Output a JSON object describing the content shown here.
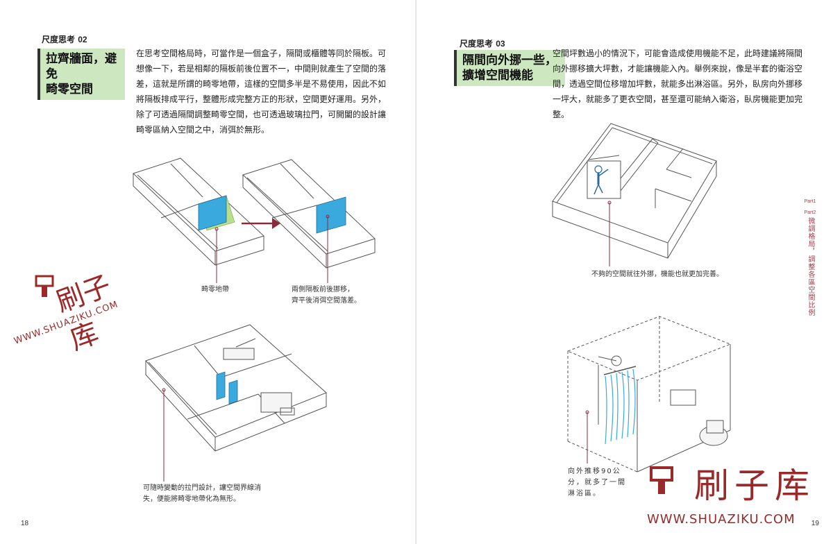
{
  "left": {
    "section_label": "尺度思考",
    "section_num": "02",
    "headline_line1": "拉齊牆面，避免",
    "headline_line2": "畸零空間",
    "body_lines": [
      "在思考空間格局時，可當作是一個盒子，隔間或櫃體等同於隔板。可",
      "想像一下，若是相鄰的隔板前後位置不一，中間則就產生了空間的落",
      "差，這就是所謂的畸零地帶，這樣的空間多半是不易使用，因此不如",
      "將隔板排成平行，整體形成完整方正的形狀，空間更好運用。另外，",
      "除了可透過隔間調整畸零空間，也可透過玻璃拉門，可開闔的設計讓",
      "畸零區納入空間之中，消弭於無形。"
    ],
    "caption1": "畸零地帶",
    "caption2_line1": "兩側隔板前後挪移，",
    "caption2_line2": "齊平後消弭空間落差。",
    "caption3_line1": "可隨時變動的拉門設計，讓空間界線消",
    "caption3_line2": "失，便能將畸零地帶化為無形。",
    "page_number": "18"
  },
  "right": {
    "section_label": "尺度思考",
    "section_num": "03",
    "headline_line1": "隔間向外挪一些，",
    "headline_line2": "擴增空間機能",
    "body_lines": [
      "空間坪數過小的情況下，可能會造成使用機能不足，此時建議將隔間",
      "向外挪移擴大坪數，才能讓機能入內。舉例來說，像是半套的衛浴空",
      "間，透過空間位移增加坪數，就能多出淋浴區。另外，臥房向外挪移",
      "一坪大，就能多了更衣空間，甚至還可能納入衛浴，臥房機能更加完",
      "整。"
    ],
    "caption1": "不夠的空間就往外挪，機能也就更加完善。",
    "caption2_line1": "向外推移90公",
    "caption2_line2": "分，就多了一間",
    "caption2_line3": "淋浴區。",
    "page_number": "19",
    "side_tab_part1": "Part1",
    "side_tab_part2": "Part2",
    "side_tab_text": "微調格局，調整各區空間比例"
  },
  "watermark": {
    "brand": "刷子库",
    "url": "WWW.SHUAZIKU.COM"
  },
  "colors": {
    "headline_bg": "#cde8c0",
    "panel_blue": "#3aa9de",
    "zone_green": "#b8e08a",
    "accent": "#a33a4a",
    "watermark": "#9a2a2a"
  }
}
